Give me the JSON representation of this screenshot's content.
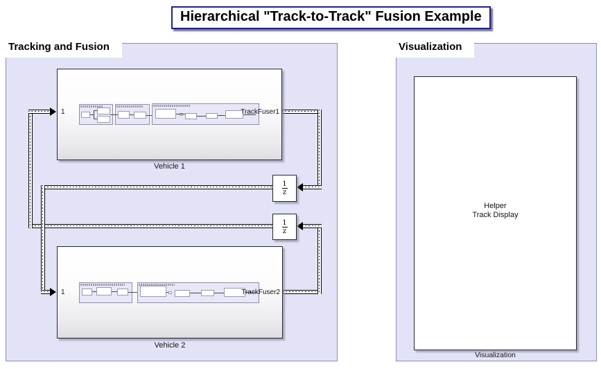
{
  "title": "Hierarchical \"Track-to-Track\" Fusion Example",
  "areas": {
    "tracking": {
      "label": "Tracking and Fusion"
    },
    "visualization": {
      "label": "Visualization"
    }
  },
  "blocks": {
    "vehicle1": {
      "name": "Vehicle 1",
      "input_port": "1",
      "output_port": "TrackFuser1"
    },
    "vehicle2": {
      "name": "Vehicle 2",
      "input_port": "1",
      "output_port": "TrackFuser2"
    },
    "unit_delay1": {
      "numerator": "1",
      "denominator": "z"
    },
    "unit_delay2": {
      "numerator": "1",
      "denominator": "z"
    },
    "visualization": {
      "line1": "Helper",
      "line2": "Track Display",
      "name": "Visualization"
    }
  },
  "colors": {
    "area_fill": "#E2E3F7",
    "area_border": "#8D8DA8",
    "title_border": "#20208F",
    "block_shadow": "#8C8C9E",
    "wire": "#000000",
    "background": "#FFFFFF"
  }
}
